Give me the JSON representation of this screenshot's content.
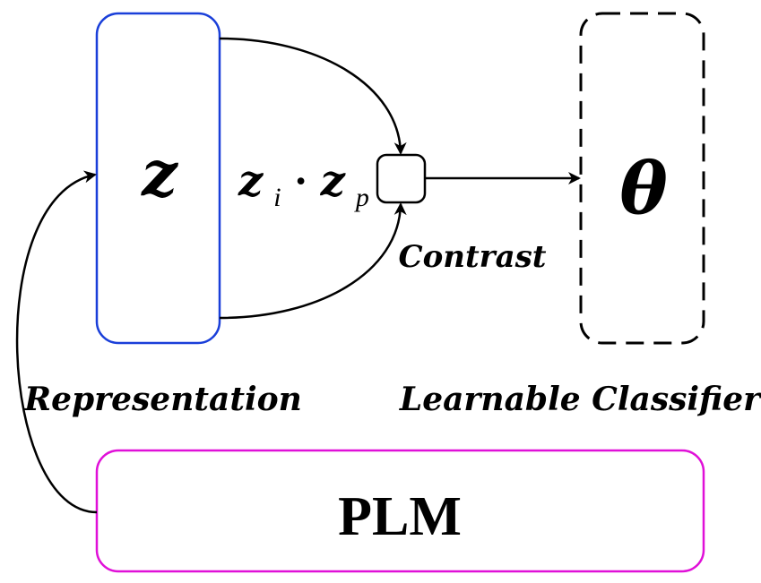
{
  "representation_box": {
    "symbol": "z",
    "caption": "Representation",
    "border_color": "#1a3fd9"
  },
  "classifier_box": {
    "symbol": "θ",
    "caption": "Learnable Classifier",
    "border_color": "#000000",
    "border_style": "dashed"
  },
  "plm_box": {
    "label": "PLM",
    "border_color": "#e010d8"
  },
  "contrast_node": {
    "caption": "Contrast"
  },
  "formula": {
    "lhs_symbol": "z",
    "lhs_subscript": "i",
    "operator": "·",
    "rhs_symbol": "z",
    "rhs_subscript": "p"
  }
}
